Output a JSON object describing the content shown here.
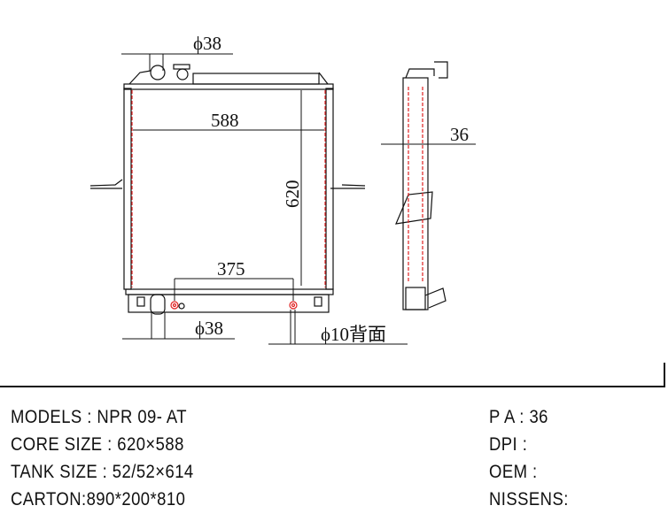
{
  "drawing": {
    "top_pipe_dia": "ϕ38",
    "width_dim": "588",
    "height_dim": "620",
    "hole_spacing_dim": "375",
    "bottom_pipe_dia": "ϕ38",
    "drain_hole": "ϕ10背面",
    "thickness_dim": "36"
  },
  "specs": {
    "left": [
      "MODELS : NPR 09- AT",
      "CORE SIZE : 620×588",
      "TANK SIZE : 52/52×614",
      "CARTON:890*200*810"
    ],
    "right": [
      "P A : 36",
      "DPI :",
      "OEM :",
      "NISSENS:"
    ]
  },
  "colors": {
    "line": "#111111",
    "centerline": "#e02020"
  }
}
